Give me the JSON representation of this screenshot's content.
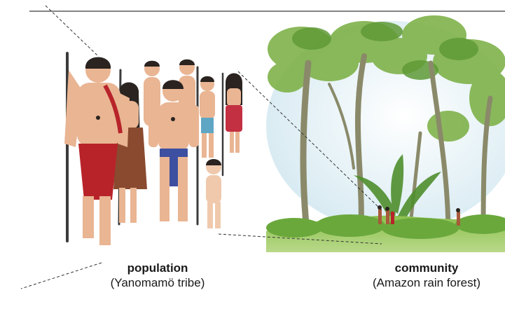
{
  "captions": {
    "population": {
      "term": "population",
      "example": "(Yanomamö tribe)"
    },
    "community": {
      "term": "community",
      "example": "(Amazon rain forest)"
    }
  },
  "colors": {
    "loincloth_red": "#b8232a",
    "loincloth_blue": "#3d4fa0",
    "skin": "#e9b593",
    "hair": "#2a2320",
    "foliage": "#7fb24a",
    "sky": "#cfe6ef"
  },
  "icons": [
    "tribe-people-illustration",
    "rain-forest-illustration"
  ]
}
